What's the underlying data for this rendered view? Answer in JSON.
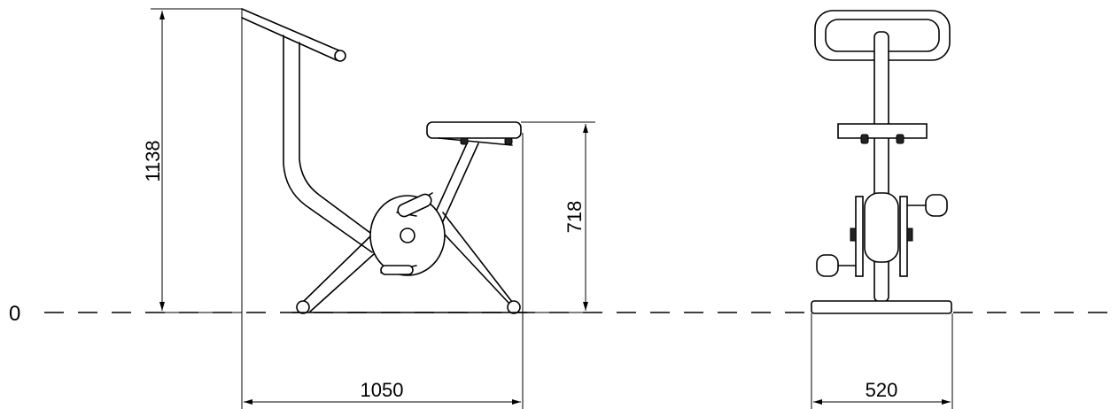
{
  "ground_label": "0",
  "dimensions": {
    "side_total_height": "1138",
    "side_seat_height": "718",
    "side_length": "1050",
    "front_width": "520"
  }
}
